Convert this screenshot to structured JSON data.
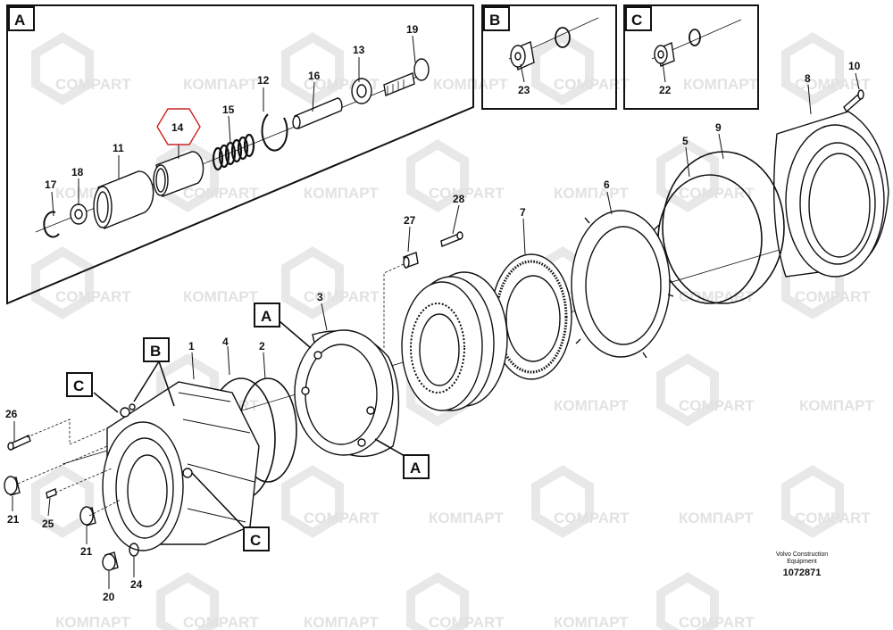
{
  "watermark": {
    "text_a": "COMPART",
    "text_b": "КОМПАРТ"
  },
  "panels": {
    "a": {
      "label": "A"
    },
    "b": {
      "label": "B"
    },
    "c": {
      "label": "C"
    }
  },
  "callouts": {
    "a": "A",
    "b": "B",
    "c": "C"
  },
  "parts": {
    "p1": "1",
    "p2": "2",
    "p3": "3",
    "p4": "4",
    "p5": "5",
    "p6": "6",
    "p7": "7",
    "p8": "8",
    "p9": "9",
    "p10": "10",
    "p11": "11",
    "p12": "12",
    "p13": "13",
    "p14": "14",
    "p15": "15",
    "p16": "16",
    "p17": "17",
    "p18": "18",
    "p19": "19",
    "p20": "20",
    "p21": "21",
    "p22": "22",
    "p23": "23",
    "p24": "24",
    "p25": "25",
    "p26": "26",
    "p27": "27",
    "p28": "28"
  },
  "footer": {
    "brand_line1": "Volvo Construction",
    "brand_line2": "Equipment",
    "drawing_number": "1072871"
  },
  "colors": {
    "line": "#111111",
    "watermark": "#e6e6e6",
    "highlight": "#cc2222"
  }
}
